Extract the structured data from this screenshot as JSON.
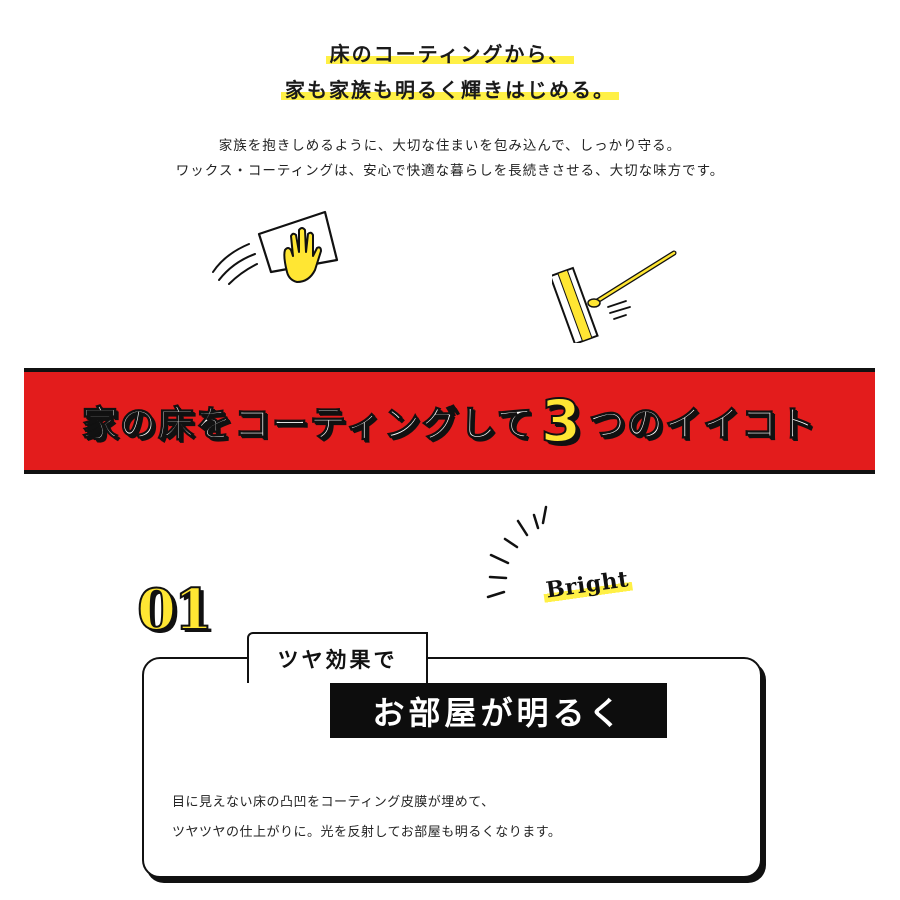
{
  "intro": {
    "heading_lines": [
      "床のコーティングから、",
      "家も家族も明るく輝きはじめる。"
    ],
    "body_lines": [
      "家族を抱きしめるように、大切な住まいを包み込んで、しっかり守る。",
      "ワックス・コーティングは、安心で快適な暮らしを長続きさせる、大切な味方です。"
    ],
    "illustrations": [
      "hand-wiping-cloth-icon",
      "floor-mop-icon"
    ]
  },
  "banner": {
    "text_before": "家の床をコーティングして",
    "number": "3",
    "text_after": "つのイイコト"
  },
  "points": [
    {
      "number": "01",
      "keyword": "Bright",
      "tag": "ツヤ効果で",
      "headline": "お部屋が明るく",
      "body_lines": [
        "目に見えない床の凸凹をコーティング皮膜が埋めて、",
        "ツヤツヤの仕上がりに。光を反射してお部屋も明るくなります。"
      ]
    }
  ],
  "colors": {
    "accent_yellow": "#fff046",
    "banner_red": "#e31c1c",
    "ink": "#111111",
    "number_yellow": "#ffe633"
  }
}
